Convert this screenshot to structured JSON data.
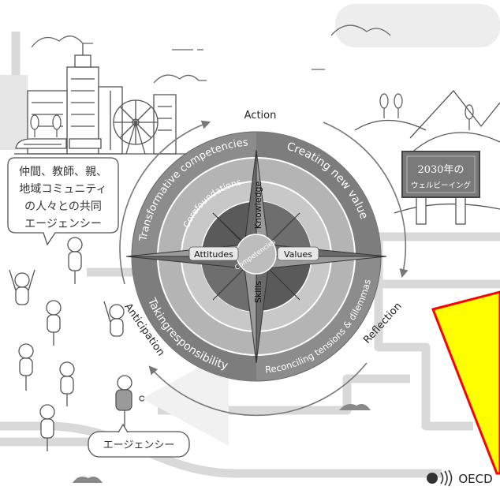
{
  "cycle": {
    "action": "Action",
    "reflection": "Reflection",
    "anticipation": "Anticipation"
  },
  "compass": {
    "transformative": "Transformative competencies",
    "creating_new_value": "Creating new value",
    "reconciling": "Reconciling tensions & dilemmas",
    "taking_responsibility": "Takingresponsibility",
    "core_foundations": "Corefoundations",
    "knowledge": "Knowledge",
    "skills": "Skills",
    "attitudes": "Attitudes",
    "values": "Values",
    "competencies": "Competencies"
  },
  "speech_bubble": {
    "line1": "仲間、教師、親、",
    "line2": "地域コミュニティ",
    "line3": "の人々との共同",
    "line4": "エージェンシー"
  },
  "signboard": {
    "line1": "2030年の",
    "line2": "ウェルビーイング"
  },
  "agency_label": "エージェンシー",
  "logo_text": "OECD",
  "colors": {
    "outer_ring": "#8c8c8c",
    "middle_ring": "#b4b4b4",
    "inner_ring": "#c8c8c8",
    "core_dark": "#5a5a5a",
    "highlight_yellow": "#ffff00",
    "highlight_border": "#ff0000"
  }
}
